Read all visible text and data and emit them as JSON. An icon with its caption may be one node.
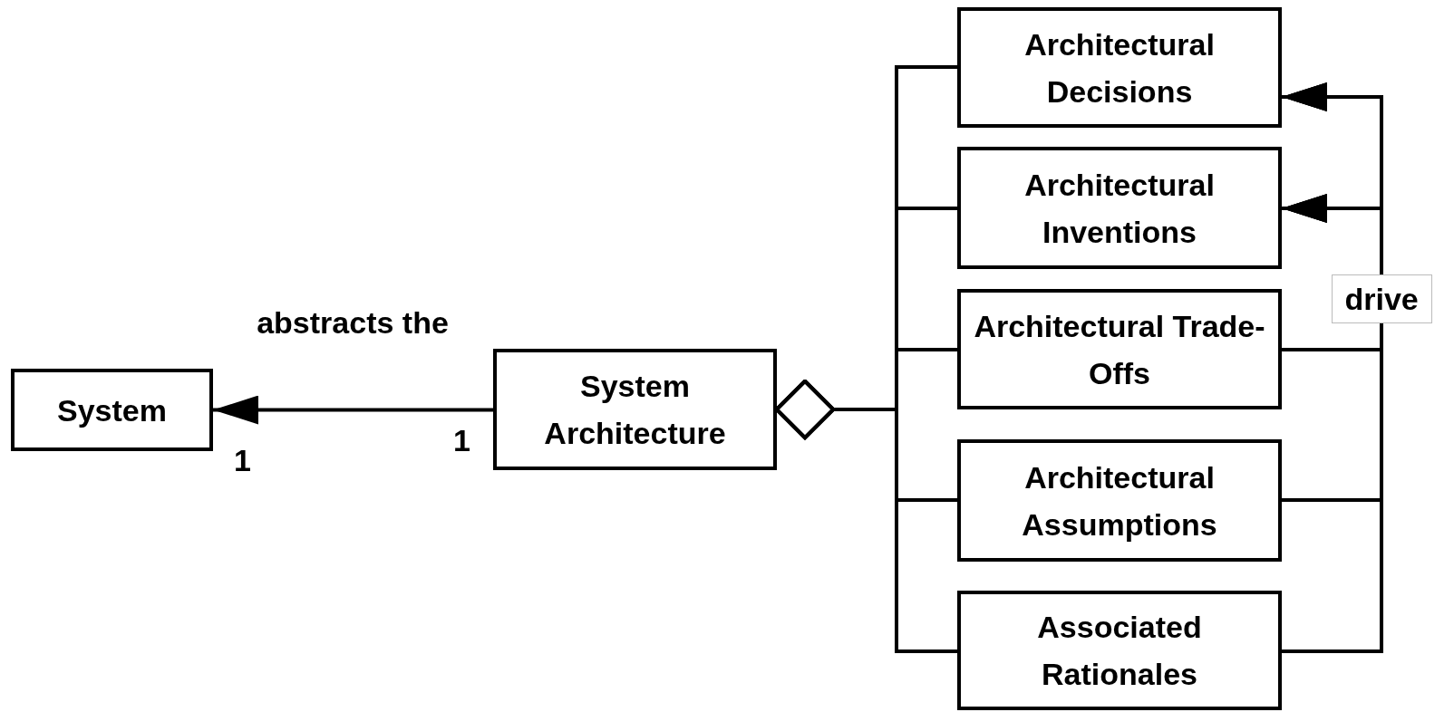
{
  "diagram": {
    "nodes": [
      {
        "text": [
          "System"
        ]
      },
      {
        "text": [
          "System Architecture"
        ]
      },
      {
        "text": [
          "Architectural Decisions"
        ]
      },
      {
        "text": [
          "Architectural Inventions"
        ]
      },
      {
        "text": [
          "Architectural Trade-Offs"
        ]
      },
      {
        "text": [
          "Architectural Assumptions"
        ]
      },
      {
        "text": [
          "Associated Rationales"
        ]
      }
    ],
    "edges": [
      {
        "from": 1,
        "to": 0,
        "arrow": "to",
        "label": "abstracts the"
      },
      {
        "from": 1,
        "to": 2,
        "arrow": "other"
      },
      {
        "from": 1,
        "to": 3,
        "arrow": "other"
      },
      {
        "from": 1,
        "to": 4,
        "arrow": "other"
      },
      {
        "from": 1,
        "to": 5,
        "arrow": "other"
      },
      {
        "from": 1,
        "to": 6,
        "arrow": "other"
      },
      {
        "from": 4,
        "to": 2,
        "arrow": "to"
      },
      {
        "from": 4,
        "to": 3,
        "arrow": "to",
        "label": "drive"
      },
      {
        "from": 5,
        "to": 2,
        "arrow": "to"
      },
      {
        "from": 5,
        "to": 3,
        "arrow": "to"
      },
      {
        "from": 6,
        "to": 2,
        "arrow": "to"
      },
      {
        "from": 6,
        "to": 3,
        "arrow": "to"
      }
    ],
    "labels": [
      "1",
      "1"
    ]
  }
}
